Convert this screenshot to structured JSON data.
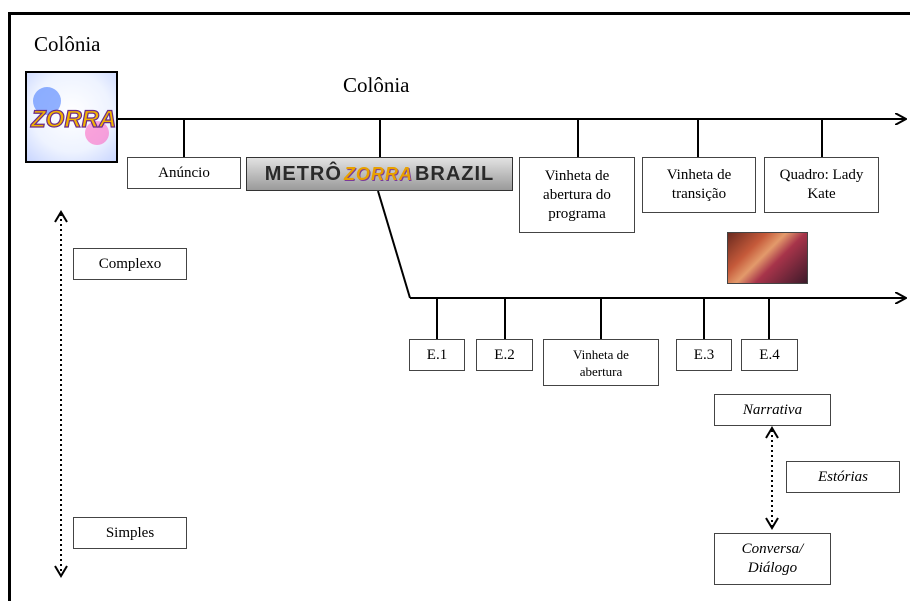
{
  "title_top": "Colônia",
  "title_center": "Colônia",
  "logo_zorra": "ZORRA",
  "metro_logo": {
    "left": "METRÔ",
    "middle": "ZORRA",
    "right": "BRAZIL"
  },
  "main_timeline": {
    "items": [
      "Anúncio",
      "Vinheta de abertura do programa",
      "Vinheta de transição",
      "Quadro: Lady Kate"
    ]
  },
  "sub_timeline": {
    "items": [
      "E.1",
      "E.2",
      "Vinheta de abertura",
      "E.3",
      "E.4"
    ]
  },
  "scale_left": {
    "top": "Complexo",
    "bottom": "Simples"
  },
  "scale_right": {
    "top": "Narrativa",
    "middle": "Estórias",
    "bottom": "Conversa/ Diálogo"
  }
}
